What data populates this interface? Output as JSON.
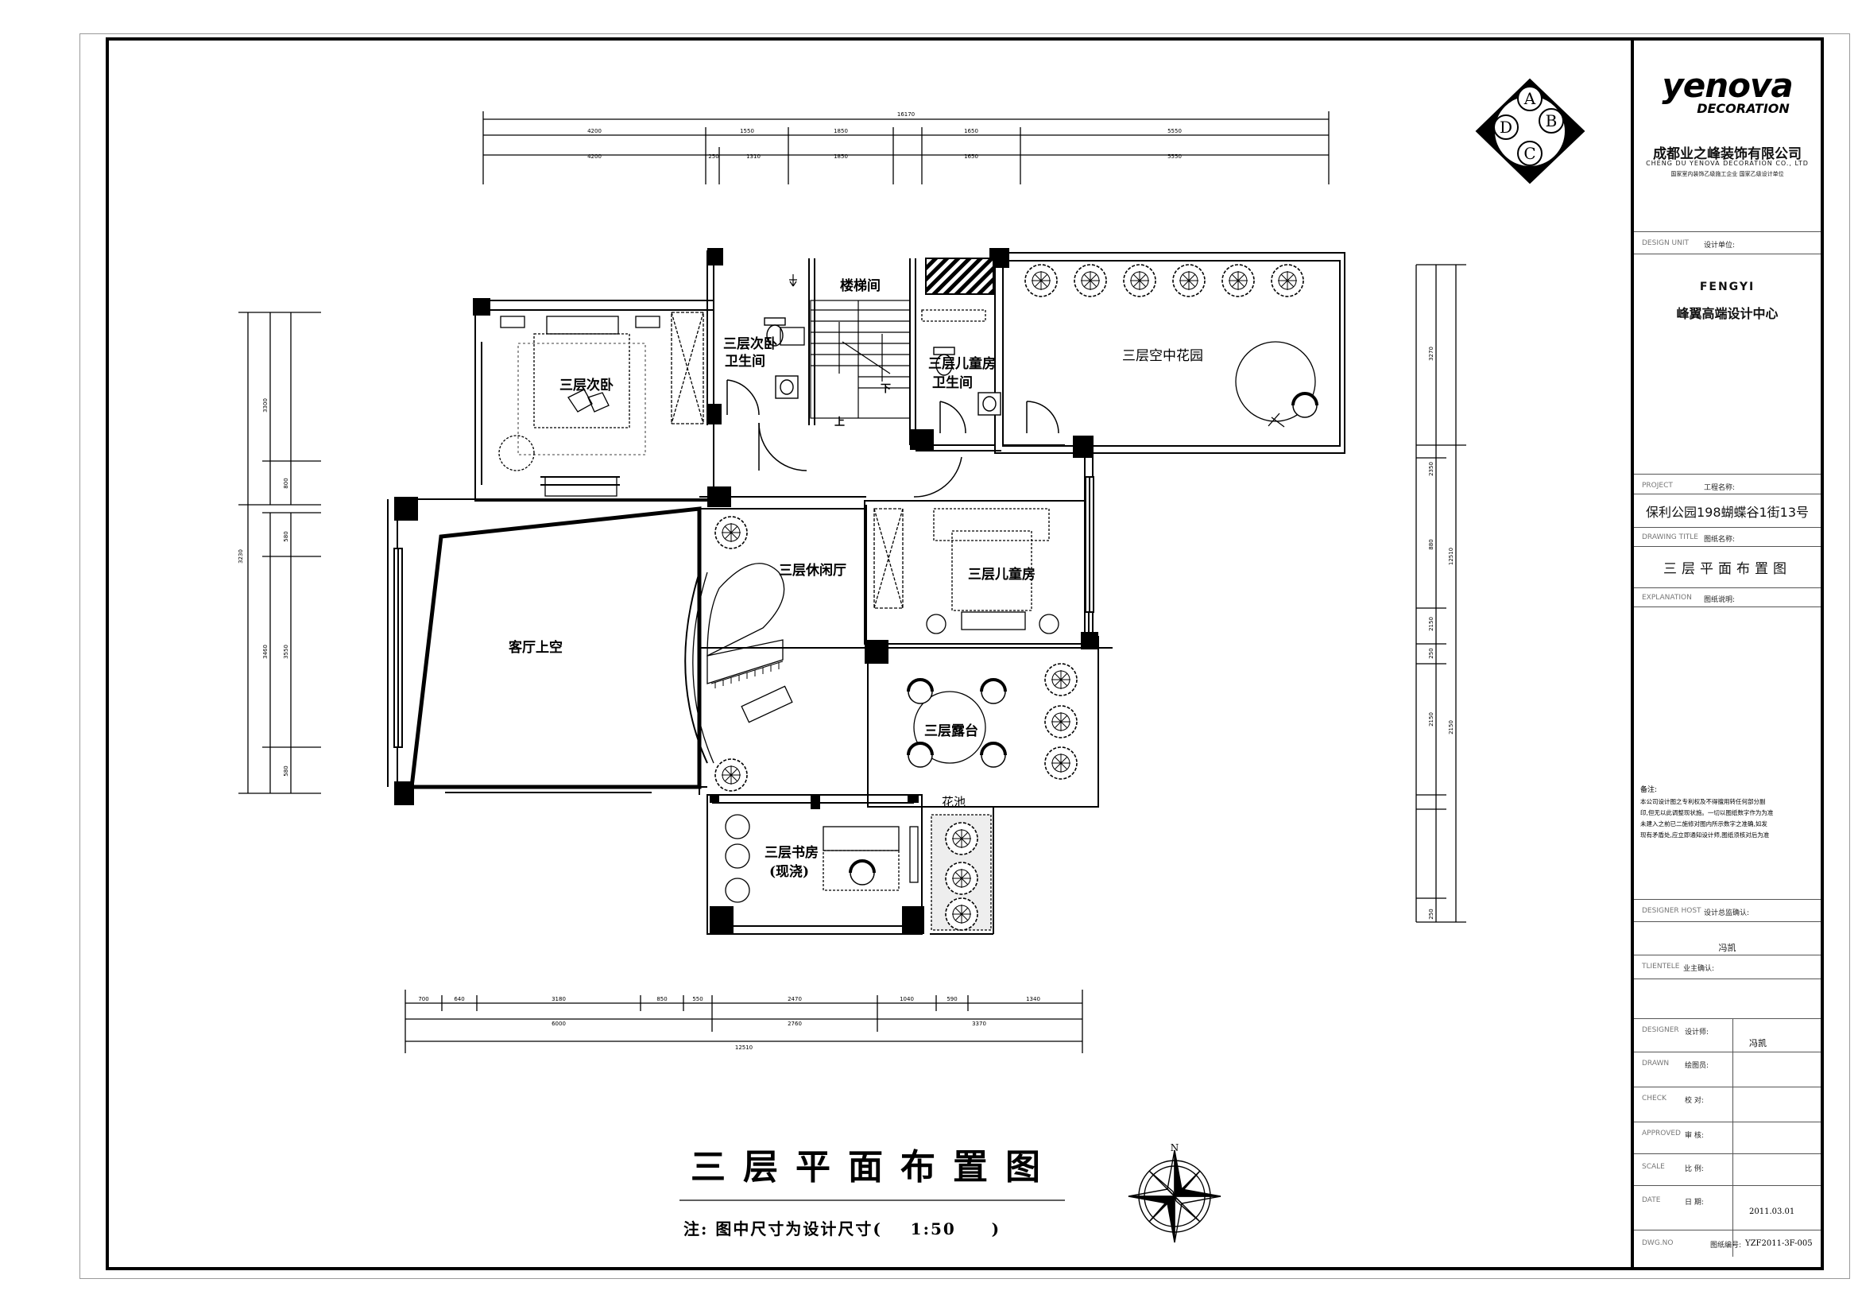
{
  "drawing": {
    "title": "三层平面布置图",
    "note": "注: 图中尺寸为设计尺寸(    1:50     )",
    "north": "N",
    "index_marks": [
      "A",
      "B",
      "C",
      "D"
    ]
  },
  "rooms": {
    "secondary_bedroom": "三层次卧",
    "secondary_bath_line1": "三层次卧",
    "secondary_bath_line2": "卫生间",
    "stair": "楼梯间",
    "kids_bath_line1": "三层儿童房",
    "kids_bath_line2": "卫生间",
    "sky_garden": "三层空中花园",
    "lounge": "三层休闲厅",
    "kids_room": "三层儿童房",
    "void": "客厅上空",
    "terrace": "三层露台",
    "study_line1": "三层书房",
    "study_line2": "(现浇)",
    "planter": "花池",
    "up": "上",
    "down": "下"
  },
  "dimensions": {
    "top_total": "16170",
    "top_row1": [
      "4200",
      "1550",
      "1850",
      "1650",
      "5550"
    ],
    "top_row2": [
      "4200",
      "250",
      "1310",
      "1850",
      "1650",
      "5550"
    ],
    "bottom_row1": [
      "700",
      "640",
      "3180",
      "850",
      "550",
      "2470",
      "1040",
      "590",
      "1340"
    ],
    "bottom_row2": [
      "6000",
      "2760",
      "3370"
    ],
    "bottom_total": "12510",
    "left_upper": [
      "3300",
      "800"
    ],
    "left_lower": [
      "580",
      "3550",
      "580"
    ],
    "left_total": "3230",
    "left_mid": "3460",
    "right_rows": [
      "3270",
      "2350",
      "880",
      "2150",
      "250",
      "2150",
      "250"
    ],
    "right_total": "12510"
  },
  "title_block": {
    "brand_line1": "yenova",
    "brand_line2": "DECORATION",
    "company": "成都业之峰装饰有限公司",
    "company_en": "CHENG DU YENOVA DECORATION CO., LTD",
    "company_sub": "国家室内装饰乙级施工企业 国家乙级设计单位",
    "design_unit_label": "DESIGN UNIT",
    "design_unit_cn": "设计单位:",
    "studio_logo": "FENGYI",
    "studio_name": "峰翼高端设计中心",
    "project_label": "PROJECT",
    "project_cn": "工程名称:",
    "project_name": "保利公园198蝴蝶谷1街13号",
    "drawing_title_label": "DRAWING TITLE",
    "drawing_title_cn": "图纸名称:",
    "drawing_title": "三层平面布置图",
    "explanation_label": "EXPLANATION",
    "explanation_cn": "图纸说明:",
    "notes_title": "备注:",
    "notes_lines": [
      "本公司设计图之专利权及不得擅用转任何部分副",
      "印,但无以此调整现状施。一切以图纸数字作为为准",
      "未建入之前已二施修对图内所示数字之准确,如发",
      "现有矛盾处,应立即通知设计师,图纸须核对后为准"
    ],
    "designer_host_label": "DESIGNER HOST",
    "designer_host_cn": "设计总监确认:",
    "designer_host_name": "冯凯",
    "client_label": "TLIENTELE",
    "client_cn": "业主确认:",
    "designer_label": "DESIGNER",
    "designer_cn": "设计师:",
    "designer_name": "冯凯",
    "drawn_label": "DRAWN",
    "drawn_cn": "绘图员:",
    "check_label": "CHECK",
    "check_cn": "校 对:",
    "approved_label": "APPROVED",
    "approved_cn": "审 核:",
    "scale_label": "SCALE",
    "scale_cn": "比 例:",
    "date_label": "DATE",
    "date_cn": "日 期:",
    "date": "2011.03.01",
    "dwg_label": "DWG.NO",
    "dwg_cn": "图纸编号:",
    "dwg_no": "YZF2011-3F-005"
  }
}
